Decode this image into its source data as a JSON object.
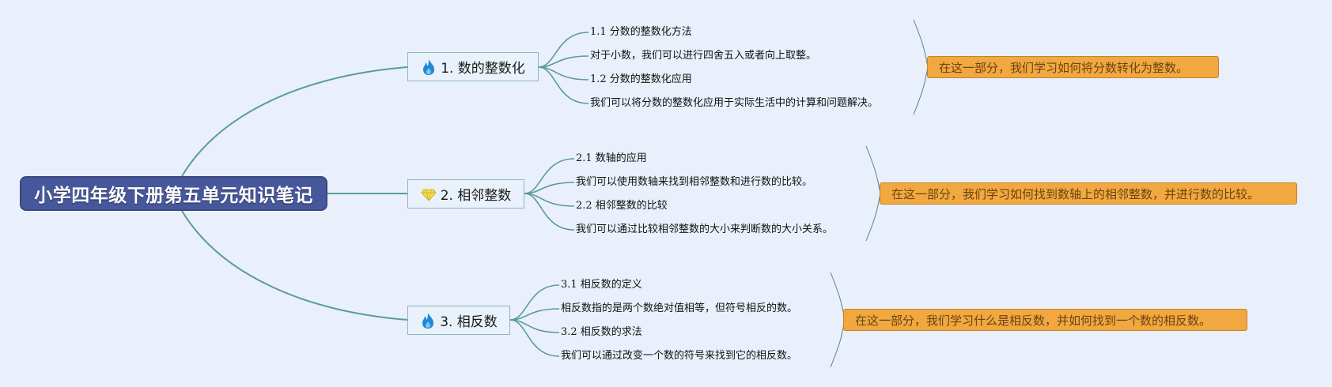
{
  "root": {
    "title": "小学四年级下册第五单元知识笔记"
  },
  "colors": {
    "background": "#e9f0fb",
    "root_fill": "#47579b",
    "branch_line": "#5b9c95",
    "summary_fill": "#f1a840"
  },
  "branches": [
    {
      "icon": "fire-icon",
      "title": "1. 数的整数化",
      "items": [
        "1.1 分数的整数化方法",
        "对于小数，我们可以进行四舍五入或者向上取整。",
        "1.2 分数的整数化应用",
        "我们可以将分数的整数化应用于实际生活中的计算和问题解决。"
      ],
      "summary": "在这一部分，我们学习如何将分数转化为整数。"
    },
    {
      "icon": "diamond-icon",
      "title": "2. 相邻整数",
      "items": [
        "2.1 数轴的应用",
        "我们可以使用数轴来找到相邻整数和进行数的比较。",
        "2.2 相邻整数的比较",
        "我们可以通过比较相邻整数的大小来判断数的大小关系。"
      ],
      "summary": "在这一部分，我们学习如何找到数轴上的相邻整数，并进行数的比较。"
    },
    {
      "icon": "fire-icon",
      "title": "3. 相反数",
      "items": [
        "3.1 相反数的定义",
        "相反数指的是两个数绝对值相等，但符号相反的数。",
        "3.2 相反数的求法",
        "我们可以通过改变一个数的符号来找到它的相反数。"
      ],
      "summary": "在这一部分，我们学习什么是相反数，并如何找到一个数的相反数。"
    }
  ]
}
